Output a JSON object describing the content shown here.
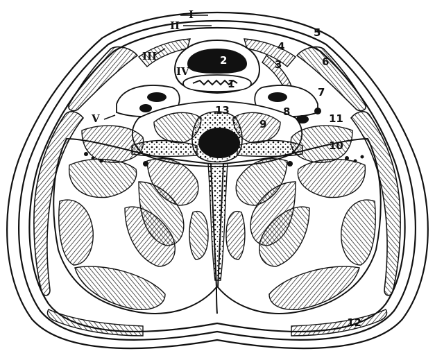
{
  "figure": {
    "colors": {
      "ink": "#111111",
      "paper": "#ffffff"
    },
    "labels": {
      "roman": [
        "I",
        "II",
        "III",
        "IV",
        "V"
      ],
      "numbers": [
        "1",
        "2",
        "3",
        "4",
        "5",
        "6",
        "7",
        "8",
        "9",
        "10",
        "11",
        "12",
        "13"
      ]
    }
  }
}
